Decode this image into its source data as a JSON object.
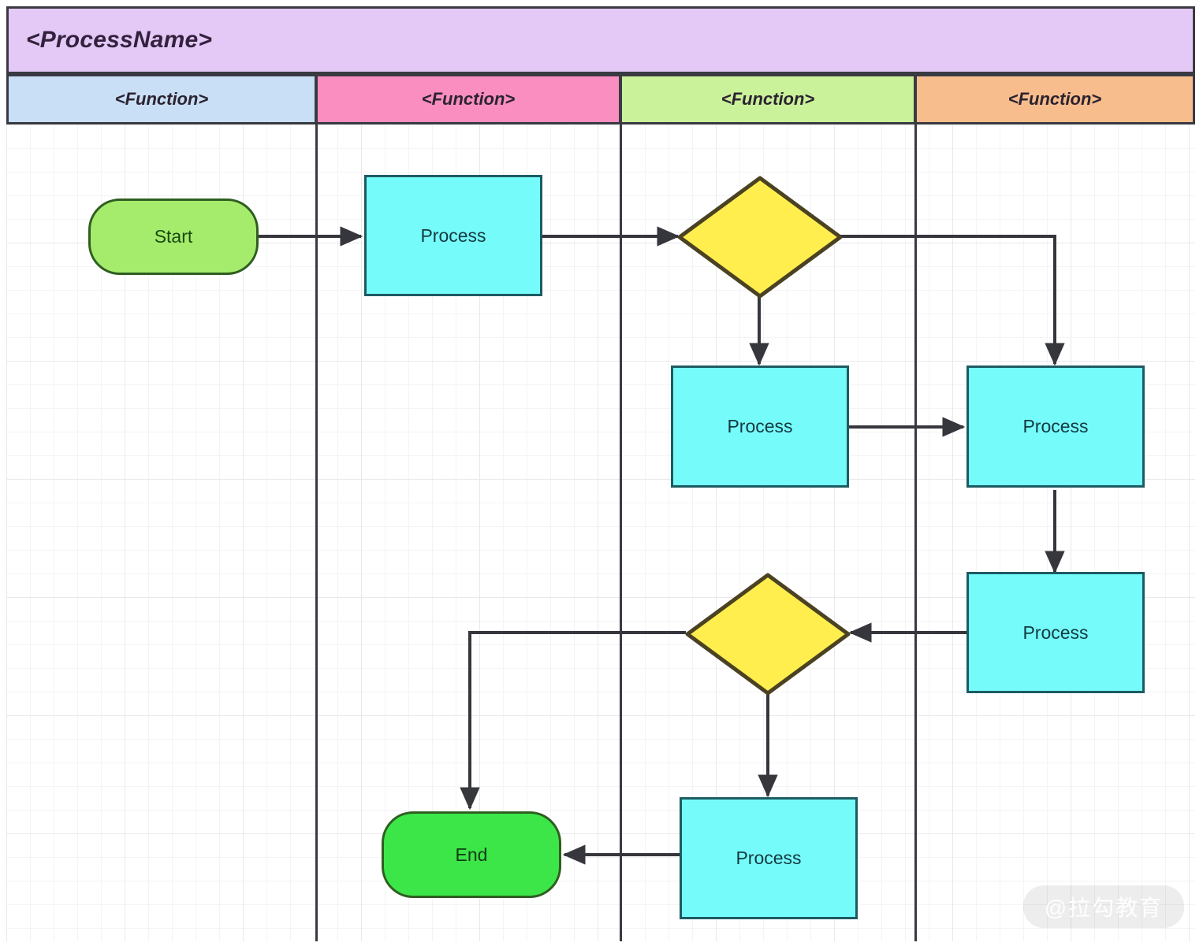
{
  "diagram": {
    "type": "swimlane-flowchart",
    "pool": {
      "title": "<ProcessName>",
      "fill": "#e4c9f7"
    },
    "lanes": [
      {
        "label": "<Function>",
        "fill": "#c9dff5"
      },
      {
        "label": "<Function>",
        "fill": "#fa8ec0"
      },
      {
        "label": "<Function>",
        "fill": "#caf29a"
      },
      {
        "label": "<Function>",
        "fill": "#f8bd8d"
      }
    ],
    "nodes": [
      {
        "id": "start",
        "label": "Start",
        "shape": "terminator",
        "lane": 0,
        "fill": "#a5ec6c"
      },
      {
        "id": "process1",
        "label": "Process",
        "shape": "rectangle",
        "lane": 1,
        "fill": "#76fbfb"
      },
      {
        "id": "decision1",
        "label": "",
        "shape": "diamond",
        "lane": 2,
        "fill": "#ffee4d"
      },
      {
        "id": "process2",
        "label": "Process",
        "shape": "rectangle",
        "lane": 2,
        "fill": "#76fbfb"
      },
      {
        "id": "process3",
        "label": "Process",
        "shape": "rectangle",
        "lane": 3,
        "fill": "#76fbfb"
      },
      {
        "id": "process4",
        "label": "Process",
        "shape": "rectangle",
        "lane": 3,
        "fill": "#76fbfb"
      },
      {
        "id": "decision2",
        "label": "",
        "shape": "diamond",
        "lane": 2,
        "fill": "#ffee4d"
      },
      {
        "id": "process5",
        "label": "Process",
        "shape": "rectangle",
        "lane": 2,
        "fill": "#76fbfb"
      },
      {
        "id": "end",
        "label": "End",
        "shape": "terminator",
        "lane": 1,
        "fill": "#3ce648"
      }
    ],
    "edges": [
      {
        "from": "start",
        "to": "process1"
      },
      {
        "from": "process1",
        "to": "decision1"
      },
      {
        "from": "decision1",
        "to": "process2"
      },
      {
        "from": "decision1",
        "to": "process3"
      },
      {
        "from": "process2",
        "to": "process3"
      },
      {
        "from": "process3",
        "to": "process4"
      },
      {
        "from": "process4",
        "to": "decision2"
      },
      {
        "from": "decision2",
        "to": "end"
      },
      {
        "from": "decision2",
        "to": "process5"
      },
      {
        "from": "process5",
        "to": "end"
      }
    ],
    "watermark": "@拉勾教育",
    "colors": {
      "stroke": "#3a3a42",
      "process_fill": "#76fbfb",
      "process_stroke": "#1d5b62",
      "decision_fill": "#ffee4d",
      "decision_stroke": "#4a4222",
      "terminator_stroke": "#2f5e20",
      "grid_minor": "#f4f4f6",
      "grid_major": "#e9e9ec"
    }
  }
}
